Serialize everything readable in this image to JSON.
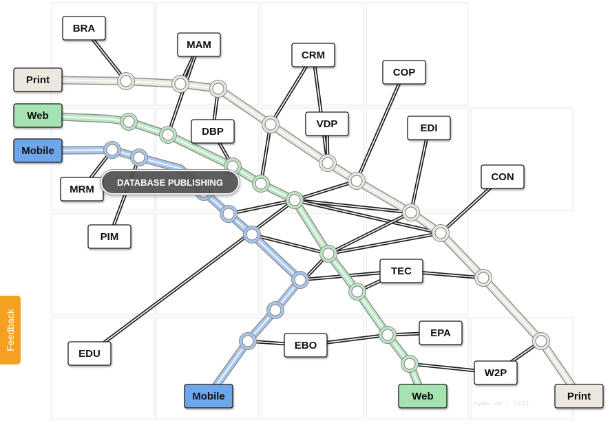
{
  "tooltip": "DATABASE PUBLISHING",
  "feedback_label": "Feedback",
  "credit": "oyen.de | 2011",
  "colors": {
    "print_line": "#ebe8e0",
    "web_line": "#bde7c5",
    "mobile_line": "#a8c8f0",
    "print_box": "#ece8df",
    "web_box": "#a6e3b2",
    "mobile_box": "#6ea6ec",
    "feedback": "#f4a020"
  },
  "line_names": [
    "Print",
    "Web",
    "Mobile"
  ],
  "nodes": {
    "BRA": "BRA",
    "MAM": "MAM",
    "CRM": "CRM",
    "COP": "COP",
    "DBP": "DBP",
    "VDP": "VDP",
    "EDI": "EDI",
    "CON": "CON",
    "MRM": "MRM",
    "PIM": "PIM",
    "TEC": "TEC",
    "EPA": "EPA",
    "EBO": "EBO",
    "W2P": "W2P",
    "EDU": "EDU",
    "PRINT_START": "Print",
    "WEB_START": "Web",
    "MOBILE_START": "Mobile",
    "MOBILE_END": "Mobile",
    "WEB_END": "Web",
    "PRINT_END": "Print"
  }
}
